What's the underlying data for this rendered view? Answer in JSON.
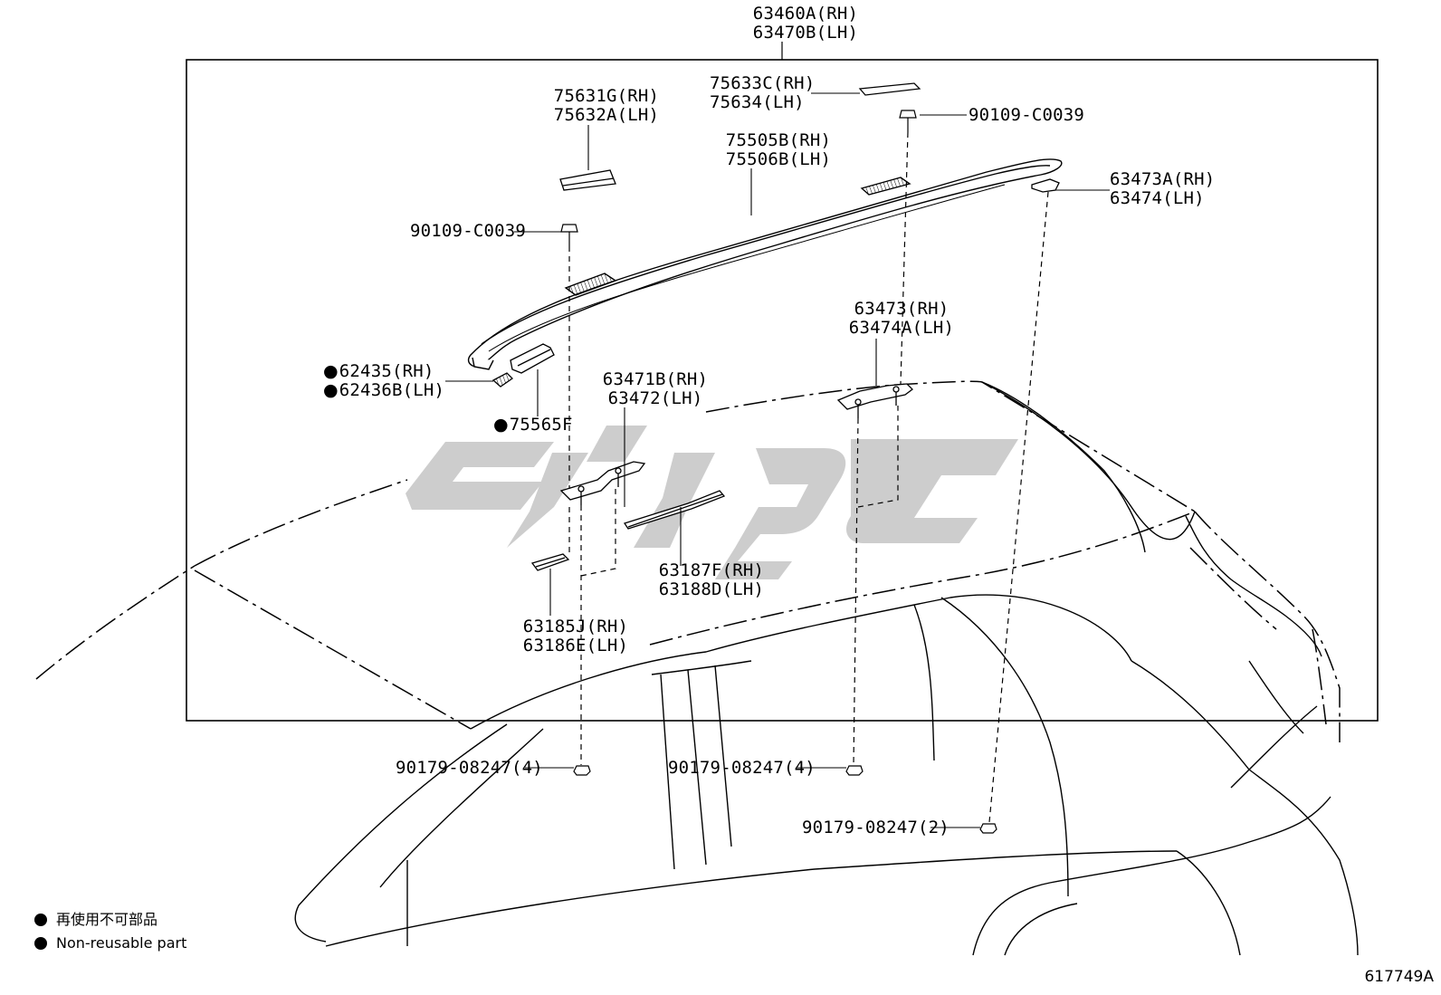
{
  "labels": {
    "roof_rack": [
      "63460A(RH)",
      "63470B(LH)"
    ],
    "cover_front": [
      "75631G(RH)",
      "75632A(LH)"
    ],
    "cover_rear": [
      "75633C(RH)",
      "75634(LH)"
    ],
    "screw_rear": "90109-C0039",
    "rail": [
      "75505B(RH)",
      "75506B(LH)"
    ],
    "end_bracket": [
      "63473A(RH)",
      "63474(LH)"
    ],
    "screw_front": "90109-C0039",
    "rear_support": [
      "63473(RH)",
      "63474A(LH)"
    ],
    "front_part_rh": "62435(RH)",
    "front_part_lh": "62436B(LH)",
    "front_pad": "75565F",
    "front_support": [
      "63471B(RH)",
      "63472(LH)"
    ],
    "gasket_mid": [
      "63187F(RH)",
      "63188D(LH)"
    ],
    "gasket_front": [
      "63185J(RH)",
      "63186E(LH)"
    ],
    "nut_front": "90179-08247(4)",
    "nut_mid": "90179-08247(4)",
    "nut_rear": "90179-08247(2)"
  },
  "legend": {
    "jp": "再使用不可部品",
    "en": "Non-reusable part"
  },
  "figure_id": "617749A"
}
